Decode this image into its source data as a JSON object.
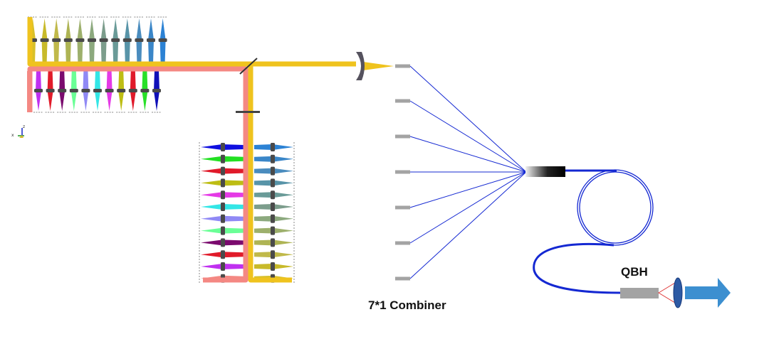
{
  "labels": {
    "combiner": "7*1 Combiner",
    "qbh": "QBH"
  },
  "colors": {
    "yellow_beam": "#EFC31E",
    "pink_beam": "#F48883",
    "fiber": "#1428D2",
    "mount": "#4A4A4A",
    "fiber_stub": "#A3A3A3",
    "output_arrow": "#3C8FD0",
    "qbh_lens": "#2D5AA4"
  },
  "top_upper_emitters": [
    "#D8C02A",
    "#C8BA2A",
    "#C0B94A",
    "#AEB454",
    "#9DB06C",
    "#8CA97E",
    "#7C9D8C",
    "#6A9B98",
    "#5894A8",
    "#4A8CBE",
    "#3A86C8",
    "#2C82D4"
  ],
  "top_lower_emitters": [
    "#C030F0",
    "#E11B2A",
    "#7A0A6E",
    "#6AFF96",
    "#9089F5",
    "#33E6E6",
    "#E53AE6",
    "#BDBD14",
    "#E01A2A",
    "#28E028",
    "#1010B8"
  ],
  "right_stack_left_emitters": [
    "#1010E0",
    "#22E022",
    "#E01A2A",
    "#BDBD14",
    "#E53AE6",
    "#33E6E6",
    "#9089F5",
    "#6AFF96",
    "#7A0A6E",
    "#E11B2A",
    "#C030F0",
    "#F48883"
  ],
  "right_stack_right_emitters": [
    "#2C82D4",
    "#3A86C8",
    "#4A8CBE",
    "#5894A8",
    "#6A9B98",
    "#7C9D8C",
    "#8CA97E",
    "#9DB06C",
    "#AEB454",
    "#C0B94A",
    "#C8BA2A",
    "#D8C02A"
  ],
  "fiber_count": 7
}
